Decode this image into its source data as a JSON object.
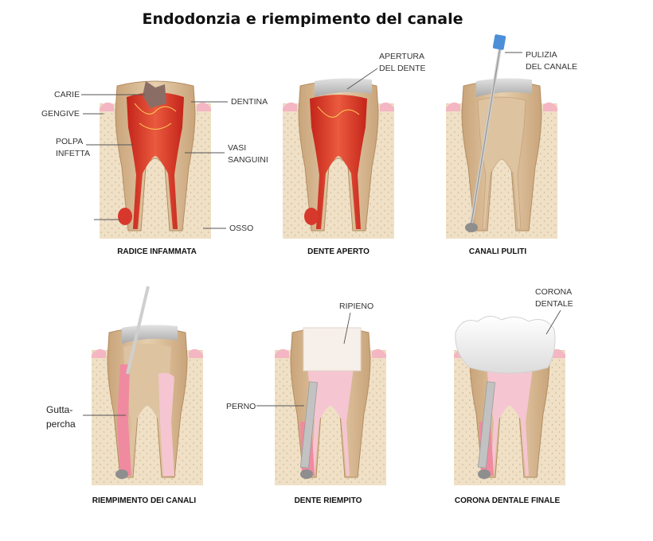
{
  "title": "Endodonzia e riempimento del canale",
  "panels": [
    {
      "caption": "RADICE INFAMMATA",
      "labels": {
        "carie": "CARIE",
        "gengive": "GENGIVE",
        "polpa_1": "POLPA",
        "polpa_2": "INFETTA",
        "dentina": "DENTINA",
        "vasi_1": "VASI",
        "vasi_2": "SANGUINI",
        "osso": "OSSO"
      }
    },
    {
      "caption": "DENTE APERTO",
      "labels": {
        "apertura_1": "APERTURA",
        "apertura_2": "DEL DENTE"
      }
    },
    {
      "caption": "CANALI PULITI",
      "labels": {
        "pulizia_1": "PULIZIA",
        "pulizia_2": "DEL CANALE"
      }
    },
    {
      "caption": "RIEMPIMENTO DEI CANALI",
      "labels": {
        "gutta_1": "Gutta-",
        "gutta_2": "percha"
      }
    },
    {
      "caption": "DENTE RIEMPITO",
      "labels": {
        "ripieno": "RIPIENO",
        "perno": "PERNO"
      }
    },
    {
      "caption": "CORONA DENTALE FINALE",
      "labels": {
        "corona_1": "CORONA",
        "corona_2": "DENTALE"
      }
    }
  ],
  "colors": {
    "bone": "#efe0c6",
    "bone_dots": "#c9b08c",
    "gum": "#f4b6c2",
    "dentin": "#dcc19d",
    "enamel": "#ece3d2",
    "pulp_infected": "#d8382b",
    "pulp_healthy": "#f2c5cf",
    "filling_cap": "#c8c8c8",
    "crown": "#f7f7f7",
    "gutta_percha": "#f08aa0"
  }
}
